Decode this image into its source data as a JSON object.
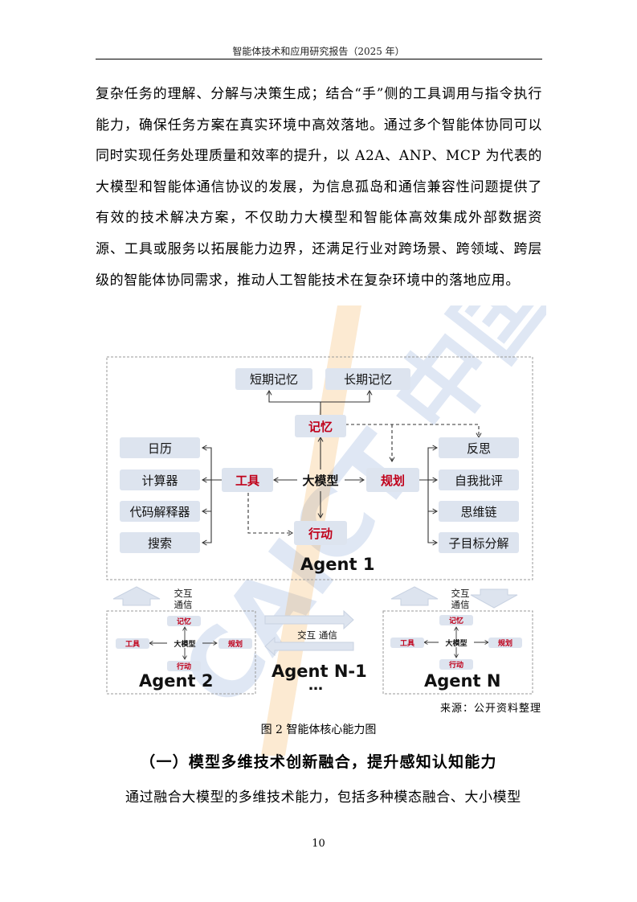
{
  "header": {
    "title": "智能体技术和应用研究报告（2025 年）"
  },
  "paragraph1": "复杂任务的理解、分解与决策生成；结合“手”侧的工具调用与指令执行能力，确保任务方案在真实环境中高效落地。通过多个智能体协同可以同时实现任务处理质量和效率的提升，以 A2A、ANP、MCP 为代表的大模型和智能体通信协议的发展，为信息孤岛和通信兼容性问题提供了有效的技术解决方案，不仅助力大模型和智能体高效集成外部数据资源、工具或服务以拓展能力边界，还满足行业对跨场景、跨领域、跨层级的智能体协同需求，推动人工智能技术在复杂环境中的落地应用。",
  "watermark": {
    "text": "CAICT 中国信通院"
  },
  "figure": {
    "agent1": {
      "label": "Agent 1",
      "memory_short": "短期记忆",
      "memory_long": "长期记忆",
      "memory": "记忆",
      "llm": "大模型",
      "tool": "工具",
      "plan": "规划",
      "action": "行动",
      "tools": [
        "日历",
        "计算器",
        "代码解释器",
        "搜索"
      ],
      "plans": [
        "反思",
        "自我批评",
        "思维链",
        "子目标分解"
      ]
    },
    "comm_left": {
      "line1": "交互",
      "line2": "通信"
    },
    "comm_right": {
      "line1": "交互",
      "line2": "通信"
    },
    "comm_middle": "交互 通信",
    "agent2": {
      "label": "Agent 2",
      "memory": "记忆",
      "llm": "大模型",
      "tool": "工具",
      "plan": "规划",
      "action": "行动"
    },
    "agentN1": {
      "label": "Agent N-1",
      "ellipsis": "…"
    },
    "agentN": {
      "label": "Agent N",
      "memory": "记忆",
      "llm": "大模型",
      "tool": "工具",
      "plan": "规划",
      "action": "行动"
    },
    "source": "来源：公开资料整理",
    "caption": "图 2  智能体核心能力图"
  },
  "section": {
    "heading": "（一）模型多维技术创新融合，提升感知认知能力"
  },
  "paragraph2": "通过融合大模型的多维技术能力，包括多种模态融合、大小模型",
  "footer": {
    "page_number": "10"
  },
  "colors": {
    "box_fill": "#dde4ef",
    "accent_red": "#c0001a",
    "watermark_blue": "#3f6fbf",
    "watermark_orange": "#f0a030"
  }
}
